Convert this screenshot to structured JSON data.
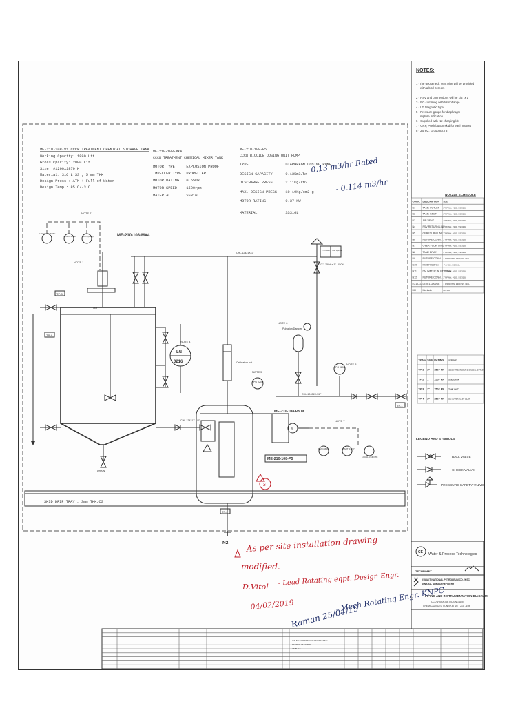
{
  "notes": {
    "title": "NOTES:",
    "items": [
      "1 -The gooseneck Vent pipe will be provided",
      "with a bird Screen.",
      "2 - PSV and connections will be 1/2\" x 1\"",
      "3 - PG comming with Monoflange",
      "4 - LG Magnetic type",
      "5 - Pressure gauge for diaphragm",
      "rupture indication",
      "6 - Supplied with N2 charging kit",
      "7 - GRP, Push button skid for each motors",
      "8 - Zone2, Group IIA,T3"
    ]
  },
  "tank_spec": {
    "lines": [
      "ME-210-108-V1 CCCW TREATMENT CHEMICAL STORAGE TANK",
      "Working Cpacity: 1890 Lit",
      "Gross Cpacity: 2000 Lit",
      "Size: #1200x1870 H",
      "Material: 316 L SS , 5 mm THK",
      "Design Press : ATM + Full of Water",
      "Design Temp : 85'C/-3'C"
    ]
  },
  "mixer_spec": {
    "title_lines": [
      "ME-210-108-MX4",
      "CCCW TREATMENT CHEMICAL MIXER TANK"
    ],
    "rows": [
      [
        "MOTOR TYPE",
        ": EXPLOSION PROOF"
      ],
      [
        "IMPELLER TYPE",
        ": PROPELLER"
      ],
      [
        "MOTOR RATING",
        ": 0.55KW"
      ],
      [
        "MOTOR SPEED",
        ": 1500rpm"
      ],
      [
        "MATERIAL",
        ": SS316L"
      ]
    ]
  },
  "pump_spec": {
    "title_lines": [
      "ME-210-108-P5",
      "CCCW BIOCIDE DOSING UNIT PUMP"
    ],
    "rows": [
      [
        "TYPE",
        ": DIAPHRAGM DOSING PUMP"
      ],
      [
        "DESIGN CAPACITY",
        ": 0.135m3/hr"
      ],
      [
        "DISCHARGE PRESS.",
        ": 2.11Kg/cm2"
      ],
      [
        "MAX. DESIGN PRESS.",
        ": 10.19Kg/cm2 g"
      ],
      [
        "MOTOR RATING",
        ": 0.37 KW"
      ],
      [
        "MATERIAL",
        ": SS316L"
      ]
    ]
  },
  "nozzle_schedule": {
    "title": "NOZZLE SCHEDULE",
    "headers": [
      "CONN.",
      "DESCRIPTION",
      "SIZE"
    ],
    "rows": [
      [
        "N1",
        "TANK OUTLET",
        "2\"RFWN, #150, SS 316L"
      ],
      [
        "N2",
        "TANK INLET",
        "2\"RFWN, #150, SS 316L"
      ],
      [
        "N3",
        "AIR VENT",
        "2\"RFWN, #150, SS 316L"
      ],
      [
        "N4",
        "PSV RETURN LINE",
        "2\"RFWN, #150, SS 316L"
      ],
      [
        "N5",
        "CF.RETURN LINE",
        "2\"RFWN, #150, SS 316L"
      ],
      [
        "N6",
        "FUTURE CONN.",
        "2\"RFWN, #150, SS 316L"
      ],
      [
        "N7",
        "OVER FLOW LINE",
        "2\"RFWN, #150, SS 316L"
      ],
      [
        "N8",
        "TANK DRAIN",
        "2\"RFWN, #150, SS 316L"
      ],
      [
        "N9",
        "FUTURE CONN.",
        "1 1/2\"RFWN, #300, SS 316L"
      ],
      [
        "N10",
        "MIXER CONN.",
        "4\", #150, SS 316L"
      ],
      [
        "N11",
        "DM WATER INLET CONN.",
        "2\"RFWN, #150, SS 316L"
      ],
      [
        "N12",
        "FUTURE CONN.",
        "2\"RFWN, #150, SS 316L"
      ],
      [
        "LG1/LG2",
        "LEVEL GAUGE",
        "1 1/2\"RFWN, #300, SS 316L"
      ],
      [
        "MH",
        "Manhole",
        "DN 600"
      ]
    ]
  },
  "tie_points": {
    "headers": [
      "TP No",
      "SIZE",
      "RATING",
      "SERVICE"
    ],
    "rows": [
      [
        "TP-1",
        "2\"",
        "150# RF",
        "CCCW TREATMENT CHEMICAL OUTLET"
      ],
      [
        "TP-2",
        "1\"",
        "150# RF",
        "SKID DRAIN"
      ],
      [
        "TP-3",
        "2\"",
        "150# RF",
        "TANK INLET"
      ],
      [
        "TP-4",
        "2\"",
        "150# RF",
        "DM WATER INLET INLET"
      ]
    ]
  },
  "legend": {
    "title": "LEGEND AND SYMBOLS",
    "items": [
      "BALL VALVE",
      "CHECK VALVE",
      "PRESSURE SAFETY VALVE"
    ]
  },
  "diagram_labels": {
    "mixer_tag": "ME-210-108-MX4",
    "pump_tag": "ME-210-108-P5 M",
    "pump_tag2": "ME-210-108-P5",
    "note7a": "NOTE 7",
    "note7b": "NOTE 7",
    "note1": "NOTE 1",
    "note4": "NOTE 4",
    "note5": "NOTE 5",
    "note6": "NOTE 6",
    "note3": "NOTE 3",
    "note2": "NOTE 2",
    "local_remote": "LOCAL REMOTE",
    "start_stop": "START STOP",
    "run_trip": "RUN (RED)",
    "lg_tag": "LG",
    "lg_no": "0216",
    "calibration": "Calibration pot",
    "pulsation": "Pulsation Damper",
    "pg1": "PG 0205",
    "pg2": "PG 0205",
    "psv": "PSV 0217",
    "psv_set": "5.88 Kg/cm2",
    "chl_line1": "CHL-12421X-1\"",
    "chl_line2": "CHL-12421X-1/2\"",
    "chl_line3": "CHL-12421X-1/2\"",
    "psv_size": "1/2\" -150# x 1\" -150#",
    "drip_tray": "SKID DRIP TRAY , 3mm THK,CS",
    "n2": "N2",
    "drain": "DRAIN",
    "tp1": "TP-1",
    "tp2": "TP-2",
    "tp3": "TP-3",
    "tp4": "TP-4",
    "tp1b": "TP-1"
  },
  "title_block": {
    "company": "CE",
    "company_sub": "Water & Process Technologies",
    "technomit": "TECHNOMIT",
    "client_line1": "KUWAIT NATIONAL PETROLEUM CO. (KSC)",
    "client_line2": "MINA AL- AHMADI REFINERY",
    "title_line1": "PIPING AND INSTRUMENTATION DIAGRAM",
    "title_line2": "CCCW BIOCIDE DOSING UNIT",
    "title_line3": "CHEMICAL INJECTION SKID ME - 210 - 108",
    "revisions": [
      "ISSUED FOR DETAILED ENGINEERING",
      "REVISED AS NOTED",
      "AS-BUILT"
    ]
  },
  "handwriting": {
    "rated1": "0.13 m3/hr Rated",
    "rated2": "- 0.114 m3/hr",
    "note_line1": "As per site installation drawing",
    "note_line2": "modified.",
    "sign1": "D.Vitol",
    "sign1_role": "- Lead Rotating eqpt. Design Engr.",
    "date1": "04/02/2019",
    "sign2": "Raman 25/04/19",
    "sign2_role": "- Mech Rotating Engr. KNPC"
  },
  "colors": {
    "handwriting_red": "#c0202a",
    "handwriting_blue": "#22306a",
    "line": "#333333"
  }
}
